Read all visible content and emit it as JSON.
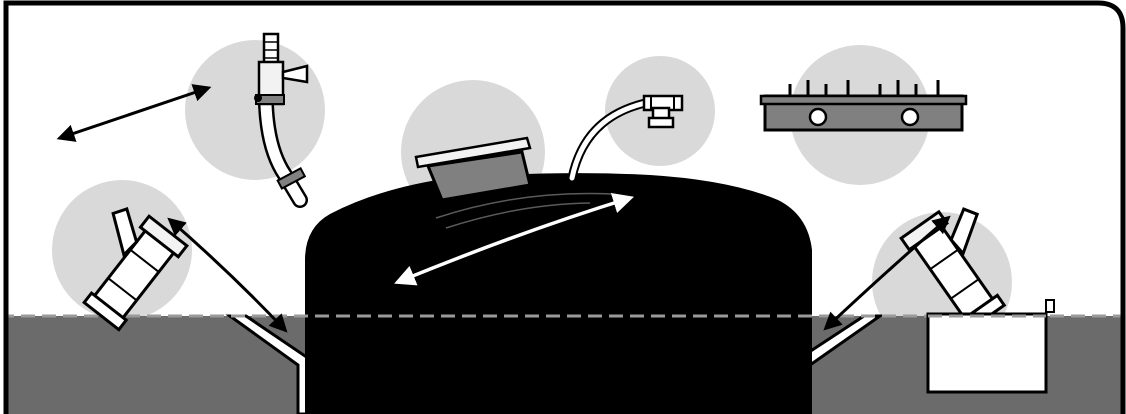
{
  "diagram": {
    "kind": "biodigester-installation-illustration",
    "labels": [],
    "colors": {
      "frame": "#000000",
      "background": "#ffffff",
      "ground": "#6b6b6b",
      "callout_circle": "#d9d9d9",
      "digester_body": "#000000",
      "part_fill": "#808080",
      "part_light": "#f2f2f2",
      "ground_line": "#9a9a9a"
    },
    "callouts": [
      {
        "name": "hose-barb-fitting-callout",
        "icon": "hose-barb-with-flexible-pipe"
      },
      {
        "name": "inlet-lid-callout",
        "icon": "digester-lid"
      },
      {
        "name": "gas-outlet-callout",
        "icon": "gas-outlet-tee-with-hose"
      },
      {
        "name": "stove-callout",
        "icon": "double-burner-stove"
      },
      {
        "name": "inlet-pipe-callout",
        "icon": "inlet-pipe-y-fitting"
      },
      {
        "name": "outlet-pipe-callout",
        "icon": "outlet-pipe-y-fitting"
      }
    ],
    "arrows": [
      {
        "name": "gas-line-to-stove-arrow",
        "style": "double-headed",
        "color": "#000000"
      },
      {
        "name": "digester-dome-arrow",
        "style": "double-headed",
        "color": "#ffffff"
      },
      {
        "name": "inlet-pipe-arrow",
        "style": "double-headed",
        "color": "#000000"
      },
      {
        "name": "outlet-pipe-arrow",
        "style": "double-headed",
        "color": "#000000"
      }
    ]
  }
}
